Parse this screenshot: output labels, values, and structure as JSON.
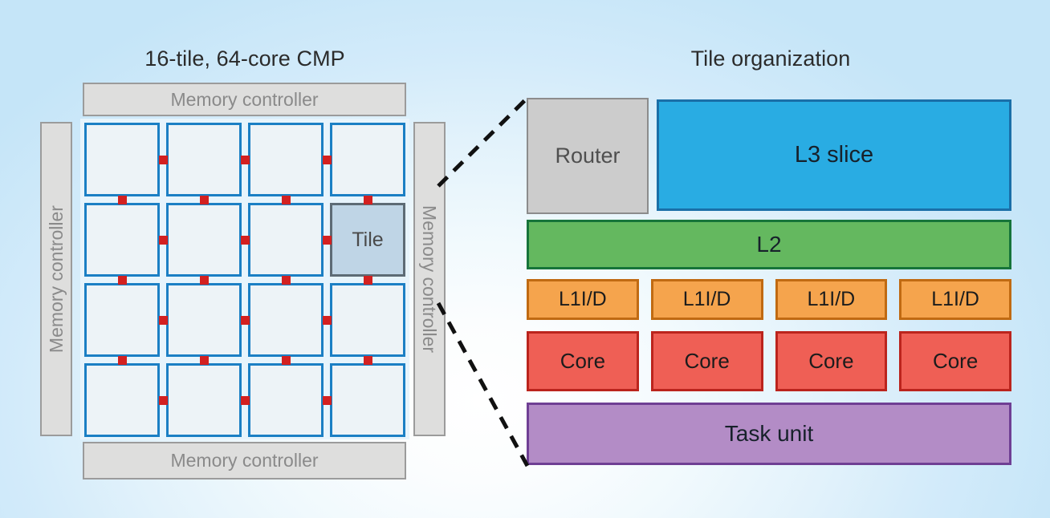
{
  "figure": {
    "background_edge_color": "#c5e5f8",
    "background_center_color": "#ffffff"
  },
  "left_panel": {
    "title": "16-tile, 64-core CMP",
    "memory_controllers": {
      "top": "Memory controller",
      "bottom": "Memory controller",
      "left": "Memory controller",
      "right": "Memory controller"
    },
    "grid": {
      "rows": 4,
      "cols": 4,
      "tile_count": 16,
      "highlighted_tile_label": "Tile",
      "highlighted_tile_row": 2,
      "highlighted_tile_col": 4,
      "tile_fill": "#edf3f7",
      "tile_border": "#1b7fc4",
      "highlight_fill": "#bfd5e6",
      "highlight_border": "#5d6b75",
      "link_dot_color": "#d32020"
    }
  },
  "right_panel": {
    "title": "Tile organization",
    "blocks": {
      "router": {
        "label": "Router",
        "fill": "#cccccc",
        "border": "#8c8c8c"
      },
      "l3": {
        "label": "L3 slice",
        "fill": "#29ace3",
        "border": "#1a6fa8"
      },
      "l2": {
        "label": "L2",
        "fill": "#64b85f",
        "border": "#16743a"
      },
      "l1": {
        "label": "L1I/D",
        "fill": "#f5a44d",
        "border": "#c06a12",
        "count": 4
      },
      "core": {
        "label": "Core",
        "fill": "#ef5f55",
        "border": "#bb241d",
        "count": 4
      },
      "task_unit": {
        "label": "Task unit",
        "fill": "#b38cc6",
        "border": "#6f3f94"
      }
    },
    "l1_labels": [
      "L1I/D",
      "L1I/D",
      "L1I/D",
      "L1I/D"
    ],
    "core_labels": [
      "Core",
      "Core",
      "Core",
      "Core"
    ]
  },
  "connectors": {
    "style": "dashed",
    "color": "#111111",
    "count": 2
  }
}
